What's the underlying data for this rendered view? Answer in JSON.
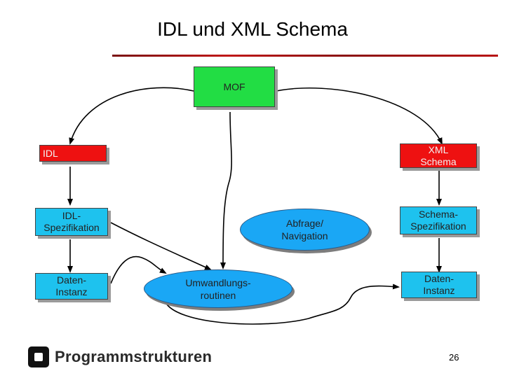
{
  "title": "IDL und XML Schema",
  "nodes": {
    "mof": "MOF",
    "idl": "IDL",
    "xml_schema": "XML\nSchema",
    "idl_spec": "IDL-\nSpezifikation",
    "abfrage": "Abfrage/\nNavigation",
    "schema_spec": "Schema-\nSpezifikation",
    "daten_left": "Daten-\nInstanz",
    "umwandlung": "Umwandlungs-\nroutinen",
    "daten_right": "Daten-\nInstanz"
  },
  "logo_text": "Programmstrukturen",
  "page_number": "26",
  "colors": {
    "mof": "#22dd44",
    "idl": "#ee1111",
    "data_box": "#1ec2ee",
    "ellipse": "#1aa7f5",
    "title_rule": "#c01818"
  }
}
